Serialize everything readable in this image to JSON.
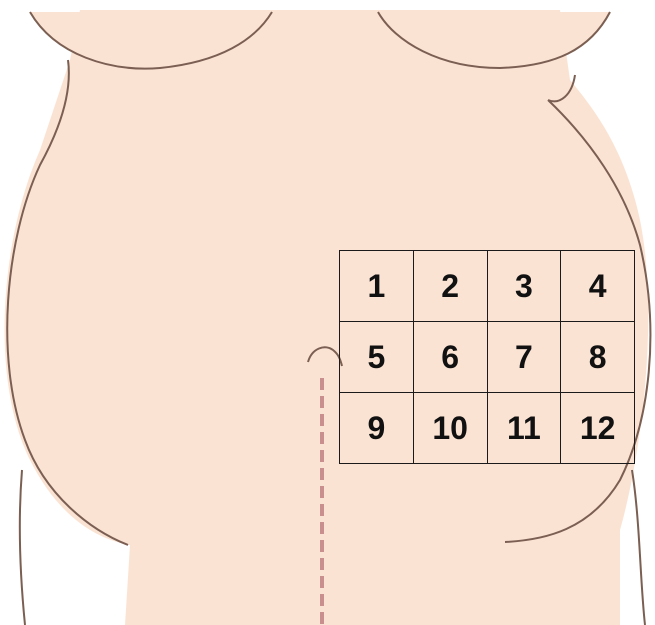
{
  "colors": {
    "skin": "#fbe3d3",
    "outline": "#7a5f52",
    "linea_nigra": "#c98f8f",
    "grid_line": "#1a1a1a",
    "number_text": "#111111"
  },
  "injection_grid": {
    "rows": [
      [
        "1",
        "2",
        "3",
        "4"
      ],
      [
        "5",
        "6",
        "7",
        "8"
      ],
      [
        "9",
        "10",
        "11",
        "12"
      ]
    ]
  }
}
